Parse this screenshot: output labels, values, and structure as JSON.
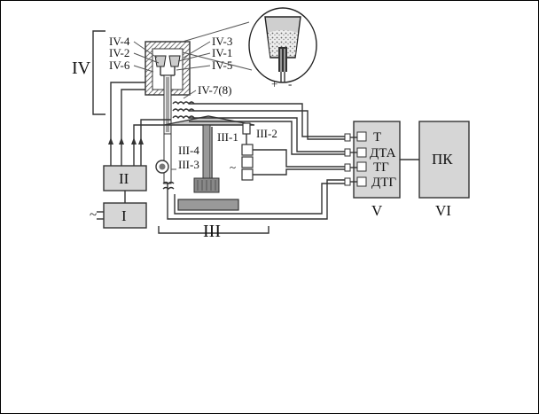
{
  "labels": {
    "group_IV": "IV",
    "iv4": "IV-4",
    "iv2": "IV-2",
    "iv6": "IV-6",
    "iv3": "IV-3",
    "iv1": "IV-1",
    "iv5": "IV-5",
    "iv78": "IV-7(8)",
    "iii1": "III-1",
    "iii2": "III-2",
    "iii4": "III-4",
    "iii3": "III-3",
    "group_III": "III",
    "box_II": "II",
    "box_I": "I",
    "box_V_T": "T",
    "box_V_DTA": "ДТА",
    "box_V_TG": "ТГ",
    "box_V_DTG": "ДТГ",
    "box_VI": "ПК",
    "group_V": "V",
    "group_VI": "VI",
    "ac_symbol": "~",
    "plus": "+",
    "minus": "-"
  }
}
